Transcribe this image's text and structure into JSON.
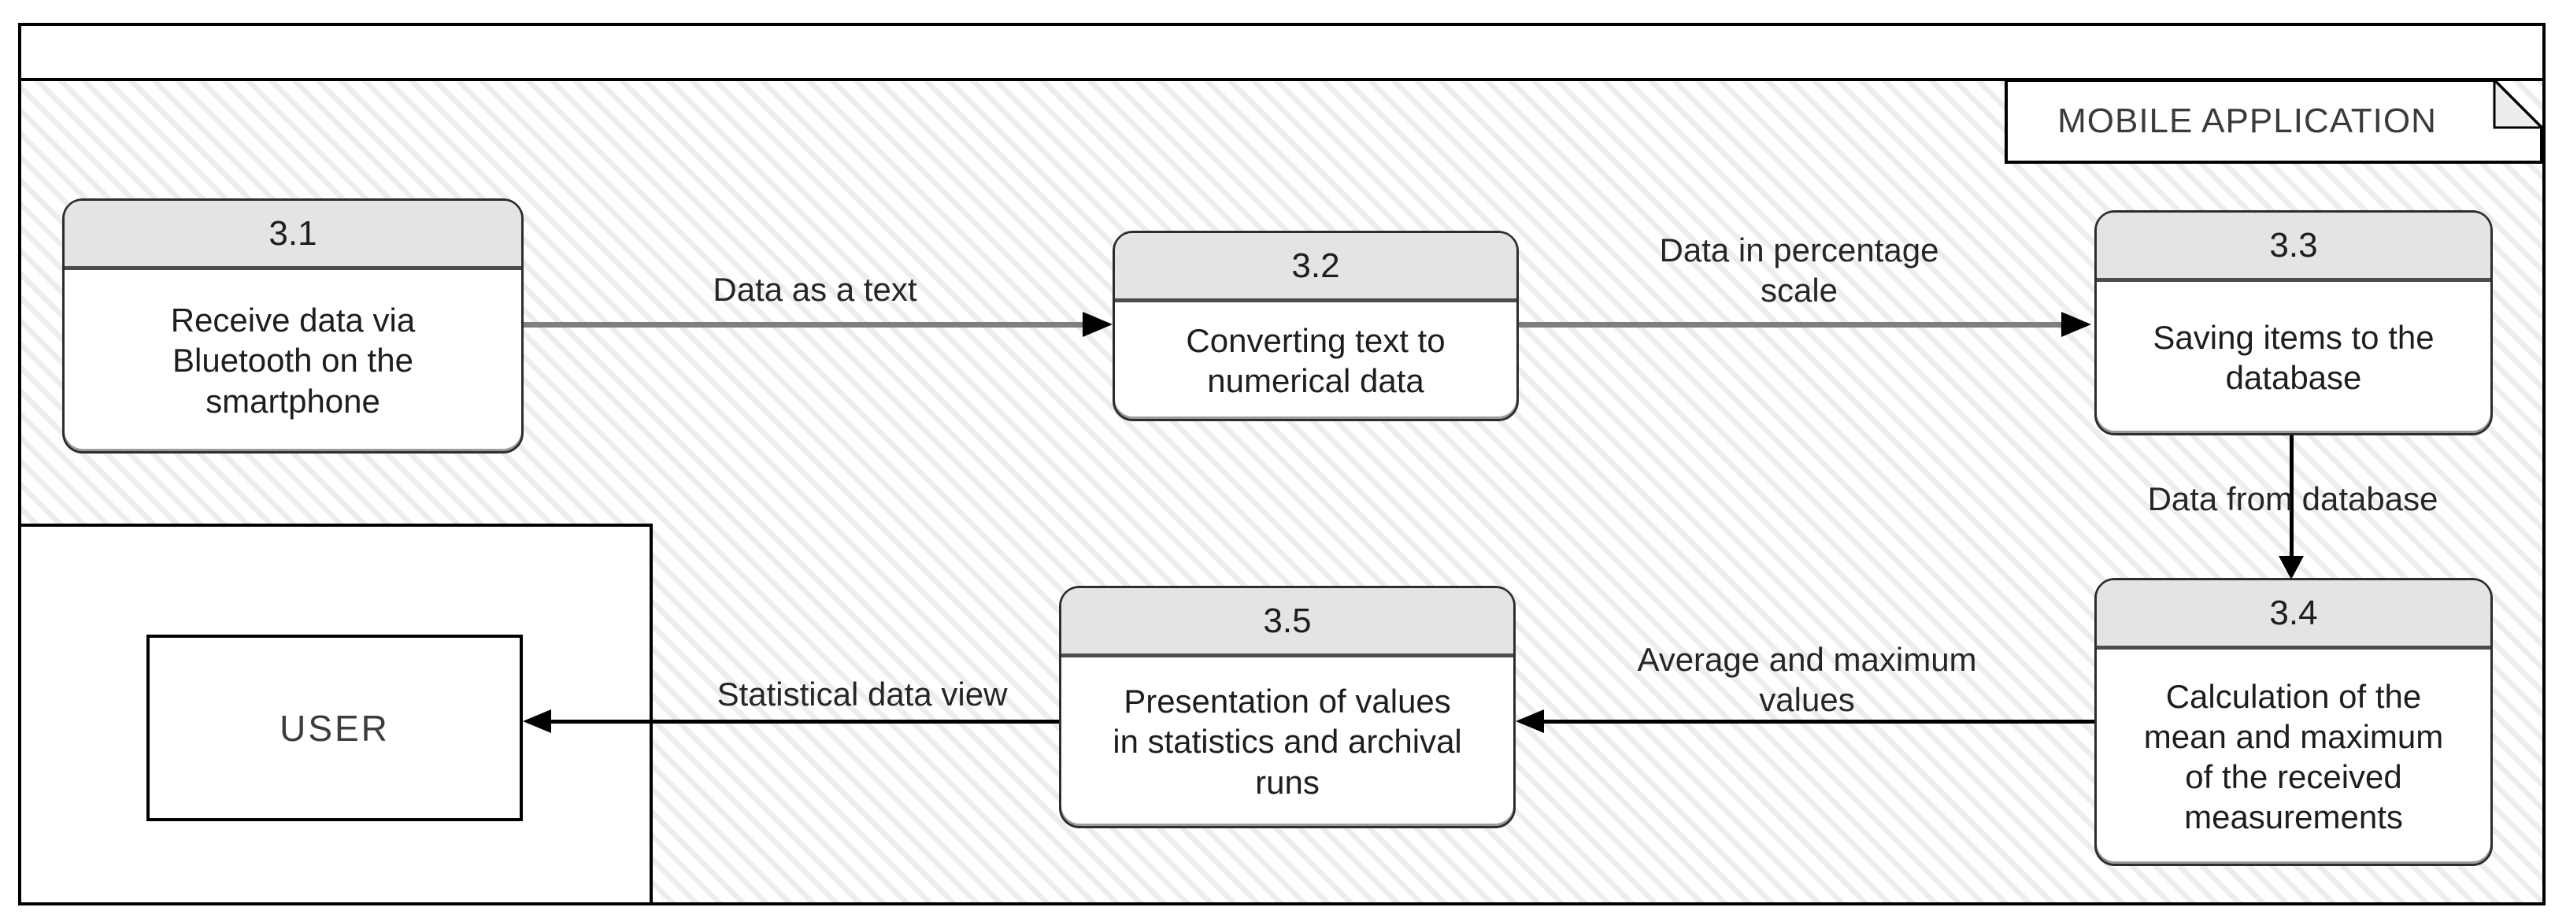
{
  "annotation": {
    "label": "MOBILE APPLICATION"
  },
  "external_entity": {
    "label": "USER"
  },
  "processes": [
    {
      "id": "3.1",
      "label": "Receive data via\nBluetooth on the\nsmartphone"
    },
    {
      "id": "3.2",
      "label": "Converting text to\nnumerical data"
    },
    {
      "id": "3.3",
      "label": "Saving items to the\ndatabase"
    },
    {
      "id": "3.4",
      "label": "Calculation of the\nmean and maximum\nof the received\nmeasurements"
    },
    {
      "id": "3.5",
      "label": "Presentation of values\nin statistics and archival\nruns"
    }
  ],
  "flows": [
    {
      "from": "3.1",
      "to": "3.2",
      "label": "Data as a text"
    },
    {
      "from": "3.2",
      "to": "3.3",
      "label": "Data in percentage\nscale"
    },
    {
      "from": "3.3",
      "to": "3.4",
      "label": "Data from database"
    },
    {
      "from": "3.4",
      "to": "3.5",
      "label": "Average and maximum\nvalues"
    },
    {
      "from": "3.5",
      "to": "USER",
      "label": "Statistical data view"
    }
  ],
  "colors": {
    "frame_border": "#000000",
    "hatch_stripe": "#ededed",
    "process_header_fill": "#e4e4e4",
    "process_border": "#2d2d2d",
    "gray_flow_line": "#7f7f7f",
    "black_flow_line": "#000000",
    "fold_fill": "#ededed"
  }
}
